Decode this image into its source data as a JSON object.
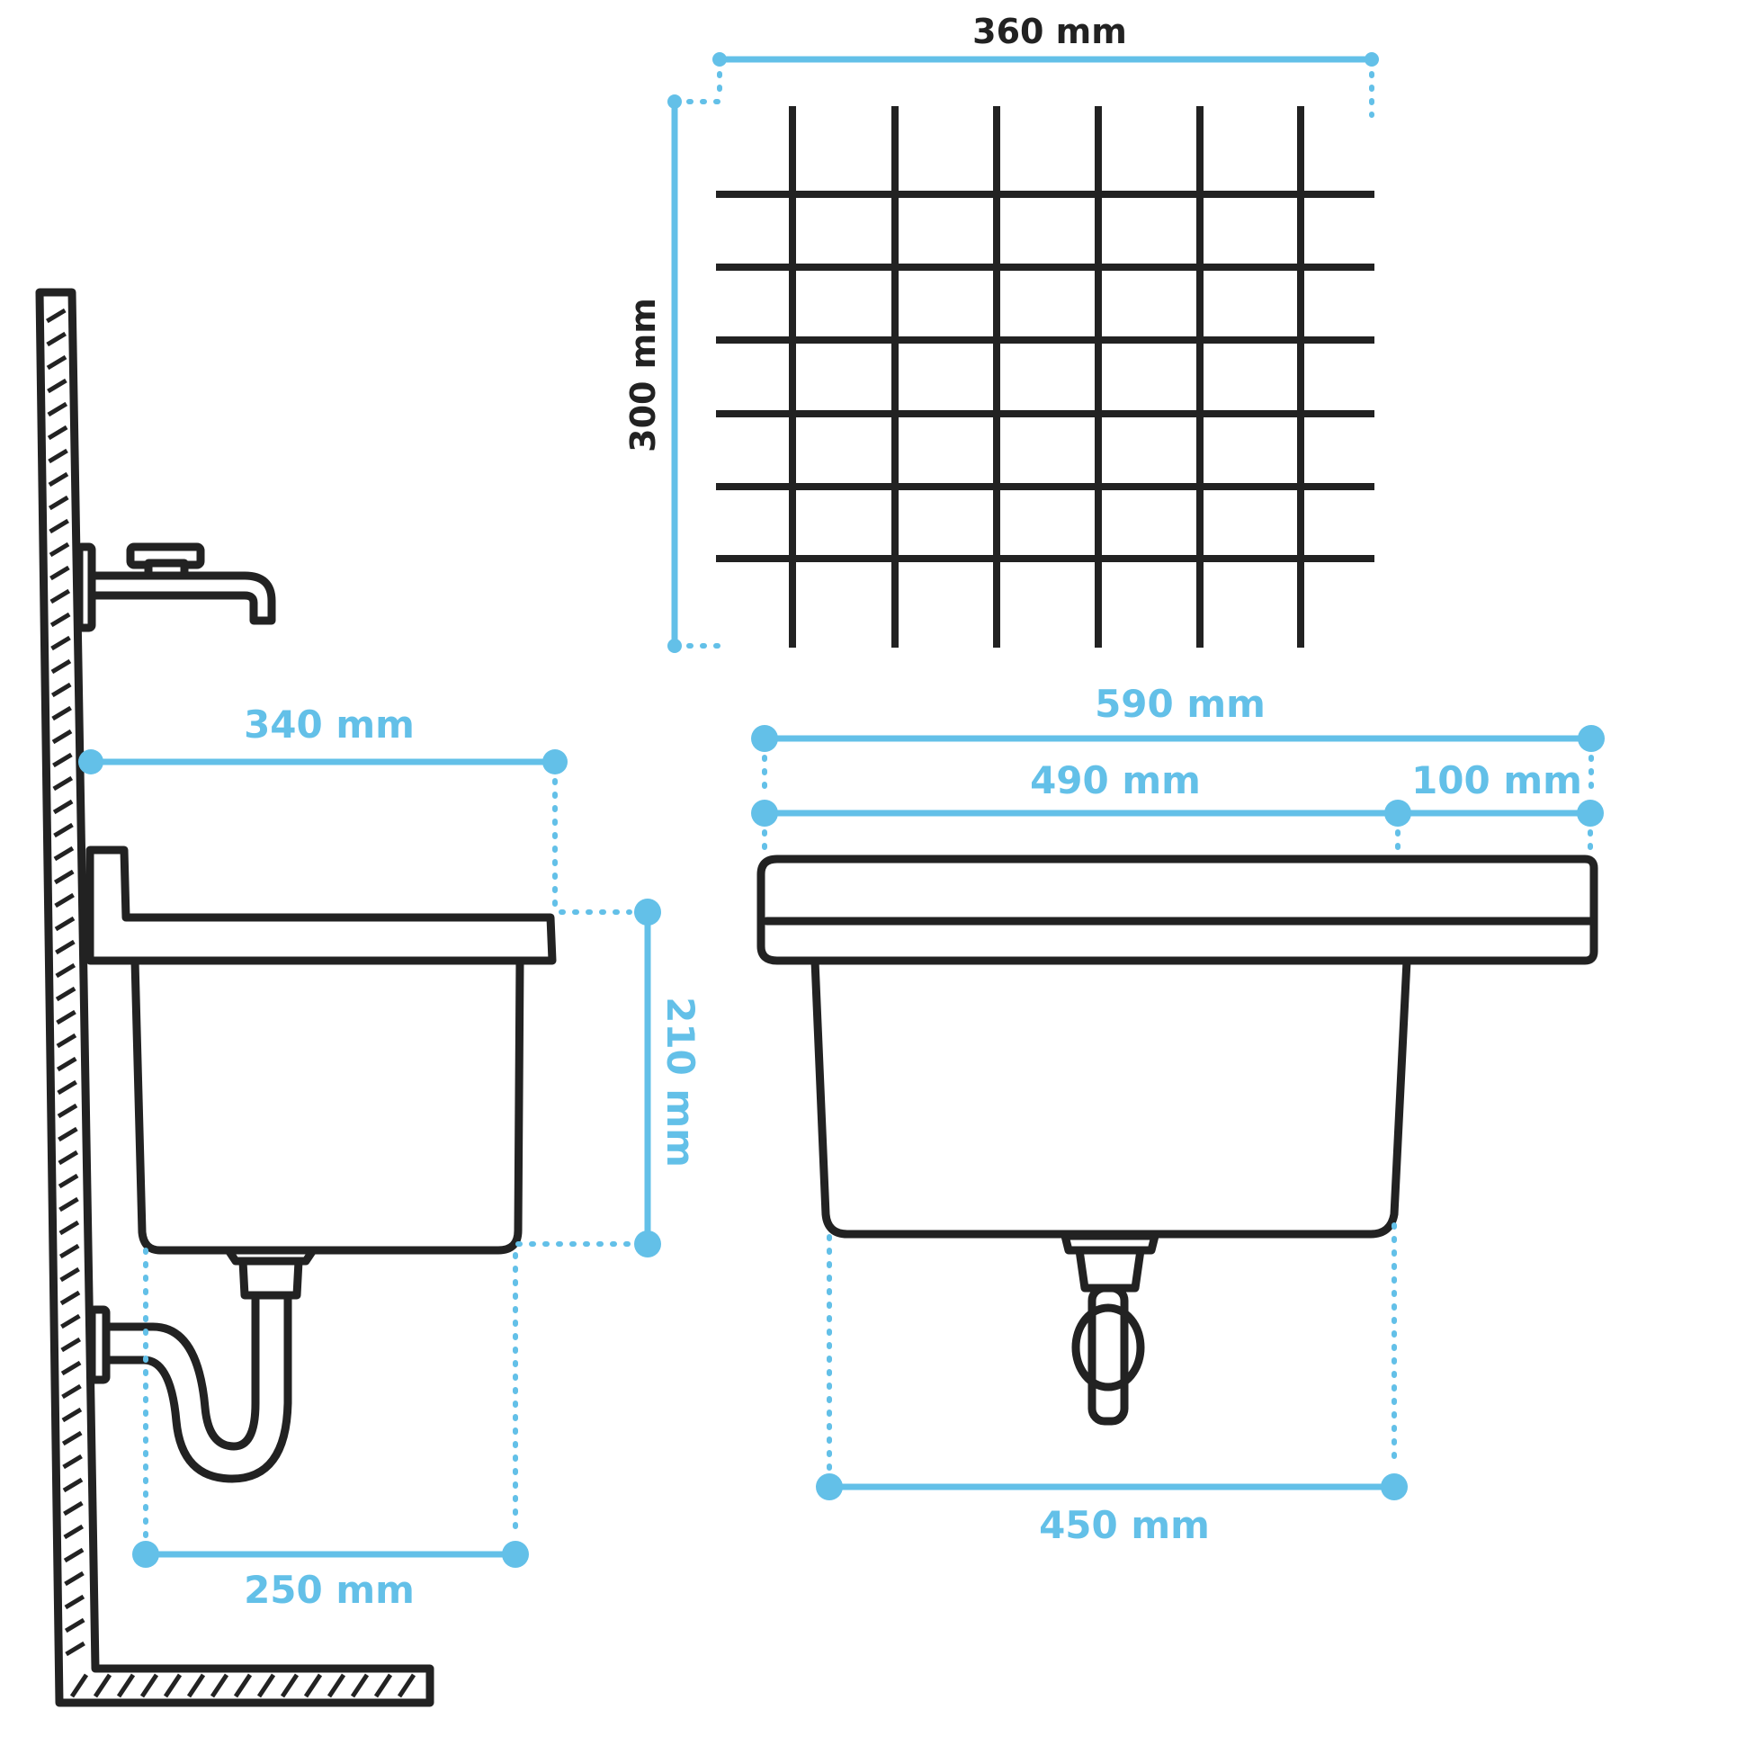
{
  "dimensions": {
    "grid_width": "360 mm",
    "grid_height": "300 mm",
    "side_depth": "340 mm",
    "side_height": "210 mm",
    "side_base": "250 mm",
    "front_total": "590 mm",
    "front_basin": "490 mm",
    "front_ledge": "100 mm",
    "front_bottom": "450 mm"
  },
  "colors": {
    "dimension": "#63c0e8",
    "ink": "#222222",
    "background": "#ffffff"
  },
  "icons": {
    "faucet": "faucet-icon",
    "trap": "p-trap-icon",
    "drain": "drain-icon"
  }
}
